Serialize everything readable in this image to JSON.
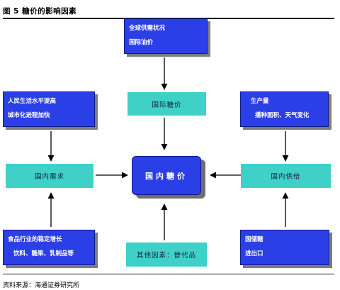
{
  "figure": {
    "title": "图 5   糖价的影响因素",
    "source": "资料来源：海通证券研究所"
  },
  "diagram": {
    "nodes": {
      "global_supply": {
        "lines": [
          "全球供需状况",
          "国际油价"
        ]
      },
      "intl_sugar_price": {
        "label": "国际糖价"
      },
      "living_standards": {
        "lines": [
          "人民生活水平提高",
          "城市化进程加快"
        ]
      },
      "production": {
        "lines": [
          "生产量",
          "播种面积、天气变化"
        ]
      },
      "domestic_demand": {
        "label": "国内需求"
      },
      "domestic_sugar_price": {
        "label": "国内糖价"
      },
      "domestic_supply": {
        "label": "国内供给"
      },
      "food_industry": {
        "lines": [
          "食品行业的稳定增长",
          "饮料、糖果、乳制品等"
        ]
      },
      "other_factors": {
        "label": "其他因素：替代品"
      },
      "reserves": {
        "lines": [
          "国储糖",
          "进出口"
        ]
      }
    },
    "edges": [
      {
        "from": "global_supply",
        "to": "intl_sugar_price"
      },
      {
        "from": "intl_sugar_price",
        "to": "domestic_sugar_price"
      },
      {
        "from": "living_standards",
        "to": "domestic_demand"
      },
      {
        "from": "production",
        "to": "domestic_supply"
      },
      {
        "from": "domestic_demand",
        "to": "domestic_sugar_price"
      },
      {
        "from": "domestic_supply",
        "to": "domestic_sugar_price"
      },
      {
        "from": "food_industry",
        "to": "domestic_demand"
      },
      {
        "from": "other_factors",
        "to": "domestic_sugar_price"
      },
      {
        "from": "reserves",
        "to": "domestic_supply"
      }
    ]
  }
}
